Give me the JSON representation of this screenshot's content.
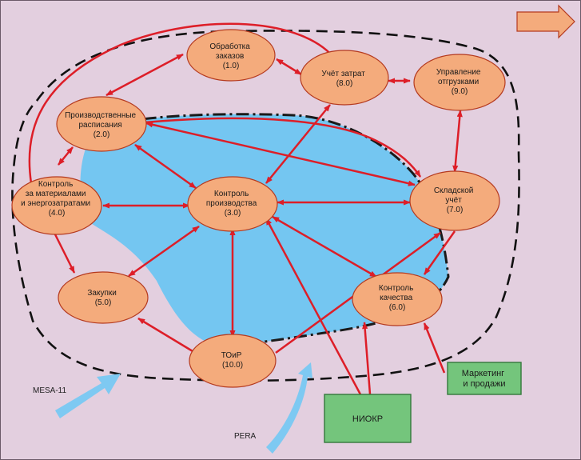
{
  "colors": {
    "background": "#e3cfdf",
    "node_fill": "#f4ab7c",
    "node_stroke": "#b53a1f",
    "arrow": "#dd1e28",
    "lake": "#74c6f1",
    "box_fill": "#74c57c",
    "box_stroke": "#33783b",
    "blue_arrow": "#7ec9f2",
    "corner_arrow": "#f4ab7c"
  },
  "nodes": {
    "n1": {
      "lines": [
        "Обработка",
        "заказов",
        "(1.0)"
      ]
    },
    "n2": {
      "lines": [
        "Производственные",
        "расписания",
        "(2.0)"
      ]
    },
    "n3": {
      "lines": [
        "Контроль",
        "производства",
        "(3.0)"
      ]
    },
    "n4": {
      "lines": [
        "Контроль",
        "за материалами",
        "и энергозатратами",
        "(4.0)"
      ]
    },
    "n5": {
      "lines": [
        "Закупки",
        "(5.0)"
      ]
    },
    "n6": {
      "lines": [
        "Контроль",
        "качества",
        "(6.0)"
      ]
    },
    "n7": {
      "lines": [
        "Складской",
        "учёт",
        "(7.0)"
      ]
    },
    "n8": {
      "lines": [
        "Учёт затрат",
        "(8.0)"
      ]
    },
    "n9": {
      "lines": [
        "Управление",
        "отгрузками",
        "(9.0)"
      ]
    },
    "n10": {
      "lines": [
        "ТОиР",
        "(10.0)"
      ]
    }
  },
  "boxes": {
    "niokr": {
      "lines": [
        "НИОКР"
      ]
    },
    "marketing": {
      "lines": [
        "Маркетинг",
        "и продажи"
      ]
    }
  },
  "labels": {
    "mesa": "MESA-11",
    "pera": "PERA"
  },
  "icons": {
    "corner": "right-arrow-icon"
  }
}
